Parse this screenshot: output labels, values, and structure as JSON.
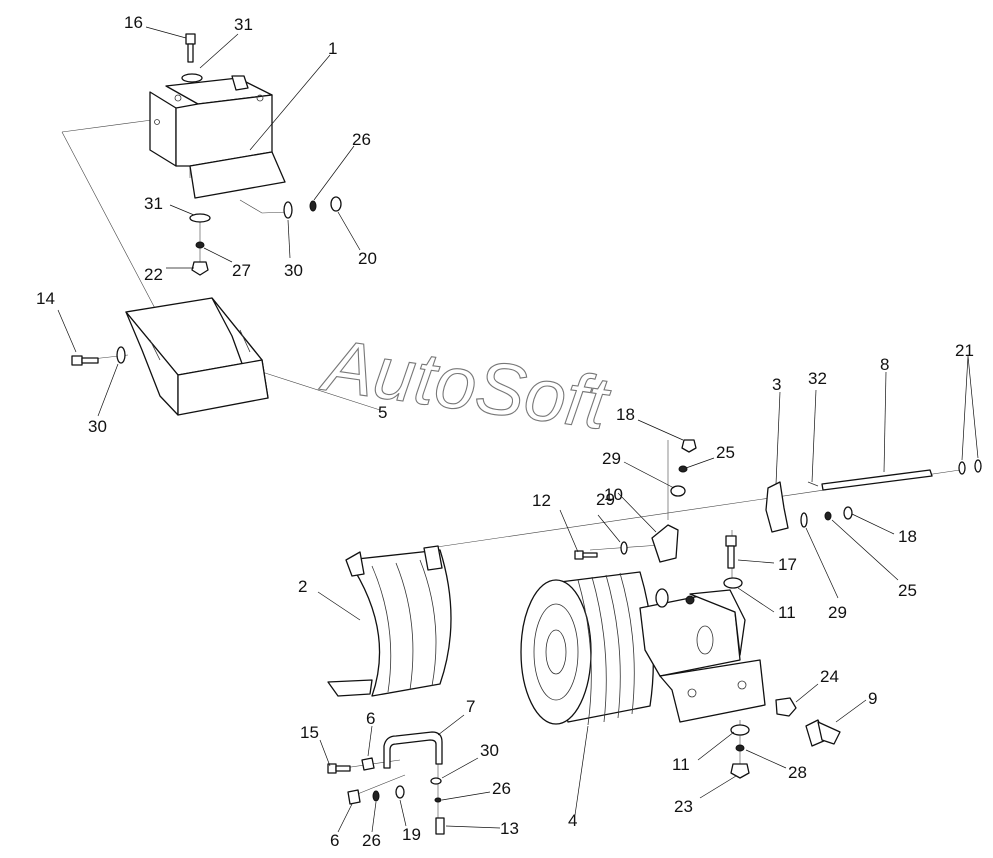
{
  "diagram": {
    "watermark": "AutoSoft",
    "callouts": [
      "16",
      "31",
      "1",
      "26",
      "31",
      "30",
      "20",
      "22",
      "27",
      "14",
      "30",
      "5",
      "8",
      "21",
      "3",
      "32",
      "18",
      "25",
      "29",
      "29",
      "10",
      "12",
      "18",
      "25",
      "17",
      "2",
      "11",
      "29",
      "24",
      "9",
      "6",
      "7",
      "15",
      "30",
      "26",
      "11",
      "28",
      "6",
      "26",
      "19",
      "13",
      "4",
      "23"
    ]
  }
}
